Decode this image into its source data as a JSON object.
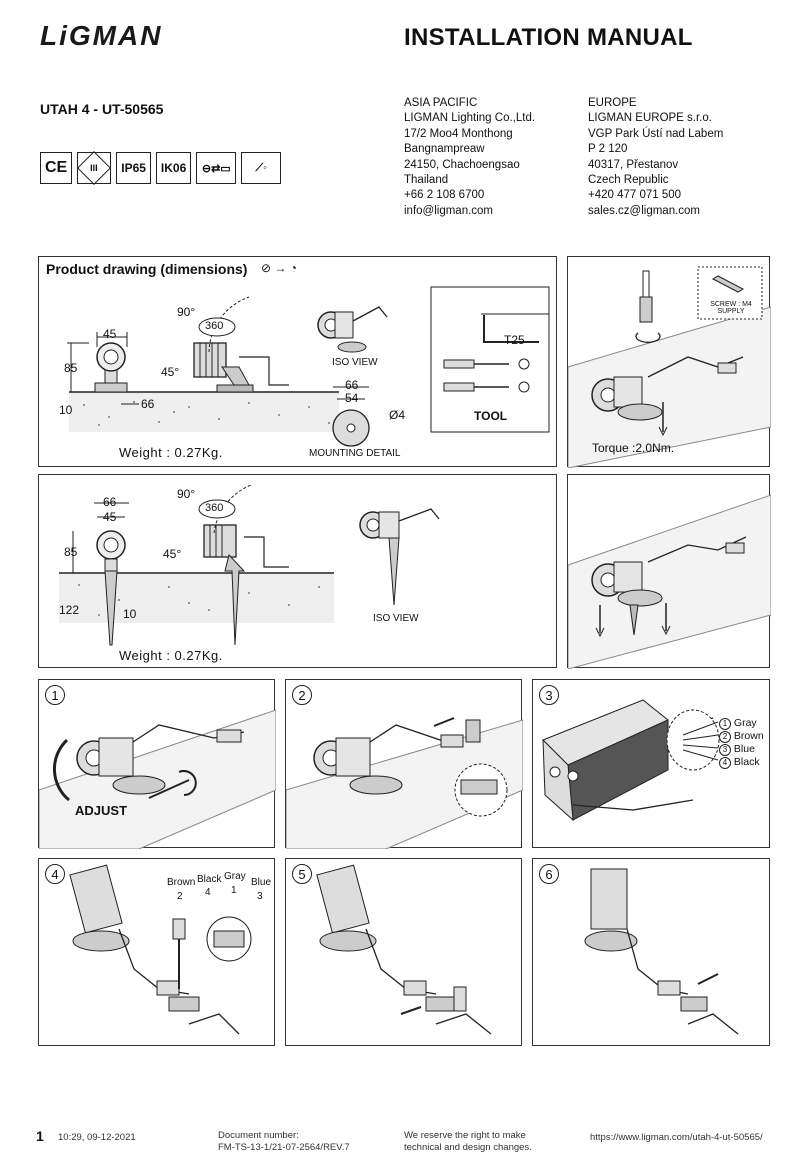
{
  "header": {
    "logo": "LiGMAN",
    "title": "INSTALLATION MANUAL",
    "model": "UTAH 4 - UT-50565"
  },
  "asia": {
    "lines": [
      "ASIA PACIFIC",
      "LIGMAN Lighting Co.,Ltd.",
      "17/2 Moo4 Monthong",
      "Bangnampreaw",
      "24150, Chachoengsao",
      "Thailand",
      "+66 2 108 6700",
      "info@ligman.com"
    ]
  },
  "europe": {
    "lines": [
      "EUROPE",
      "LIGMAN EUROPE s.r.o.",
      "VGP Park Ústí nad Labem",
      "P 2 120",
      "40317, Přestanov",
      "Czech Republic",
      "+420 477 071 500",
      "sales.cz@ligman.com"
    ]
  },
  "badges": {
    "ce": "CE",
    "class3": "III",
    "ip": "IP65",
    "ik": "IK06"
  },
  "drawing": {
    "title": "Product drawing (dimensions)",
    "dim_45": "45",
    "dim_85": "85",
    "dim_10": "10",
    "dim_66": "66",
    "angle_90": "90°",
    "angle_360": "360",
    "angle_45": "45°",
    "iso_view": "ISO VIEW",
    "mount_66": "66",
    "mount_54": "54",
    "mount_d4": "Ø4",
    "mounting_detail": "MOUNTING DETAIL",
    "weight": "Weight : 0.27Kg.",
    "tool_t25": "T25",
    "tool_label": "TOOL",
    "spike_66": "66",
    "spike_45": "45",
    "spike_85": "85",
    "spike_122": "122",
    "spike_10": "10",
    "spike_90": "90°",
    "spike_360": "360",
    "spike_45deg": "45°",
    "spike_iso": "ISO VIEW",
    "spike_weight": "Weight : 0.27Kg."
  },
  "mounting": {
    "screw_line1": "SCREW : M4",
    "screw_line2": "SUPPLY",
    "torque": "Torque :2.0Nm."
  },
  "steps": {
    "s1": "1",
    "s1_label": "ADJUST",
    "s2": "2",
    "s3": "3",
    "s3_wires": [
      "Gray",
      "Brown",
      "Blue",
      "Black"
    ],
    "s3_nums": [
      "1",
      "2",
      "3",
      "4"
    ],
    "s4": "4",
    "s4_brown": "Brown",
    "s4_black": "Black",
    "s4_gray": "Gray",
    "s4_blue": "Blue",
    "s4_n2": "2",
    "s4_n4": "4",
    "s4_n1": "1",
    "s4_n3": "3",
    "s5": "5",
    "s6": "6"
  },
  "footer": {
    "page": "1",
    "timestamp": "10:29, 09-12-2021",
    "doc_label": "Document number:",
    "doc_number": "FM-TS-13-1/21-07-2564/REV.7",
    "reserve1": "We reserve the right to make",
    "reserve2": "technical and design changes.",
    "url": "https://www.ligman.com/utah-4-ut-50565/"
  }
}
